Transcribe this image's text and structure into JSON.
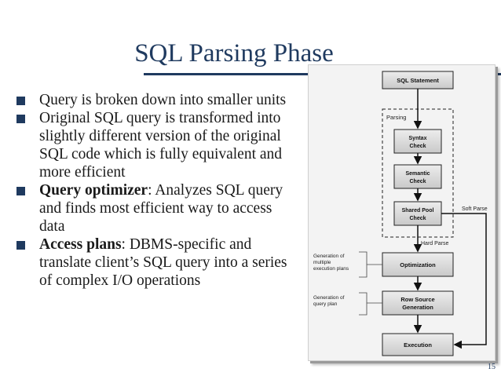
{
  "slide": {
    "title": "SQL Parsing Phase",
    "page_number": "15",
    "accent_color": "#1f3a5f"
  },
  "bullets": [
    {
      "bold": "",
      "text": "Query is broken down into smaller units"
    },
    {
      "bold": "",
      "text": "Original SQL query is transformed into slightly different version of the original SQL code which is fully equivalent and more efficient"
    },
    {
      "bold": "Query optimizer",
      "text": ": Analyzes SQL query and finds most efficient way to access data"
    },
    {
      "bold": "Access plans",
      "text": ": DBMS-specific and translate client’s SQL query into a series of complex I/O operations"
    }
  ],
  "diagram": {
    "boxes": {
      "sql_statement": "SQL Statement",
      "syntax_check_1": "Syntax",
      "syntax_check_2": "Check",
      "semantic_check_1": "Semantic",
      "semantic_check_2": "Check",
      "shared_pool_1": "Shared Pool",
      "shared_pool_2": "Check",
      "optimization": "Optimization",
      "row_source_1": "Row Source",
      "row_source_2": "Generation",
      "execution": "Execution"
    },
    "labels": {
      "parsing": "Parsing",
      "soft_parse": "Soft Parse",
      "hard_parse": "Hard Parse",
      "gen_exec_plans_1": "Generation of",
      "gen_exec_plans_2": "multiple",
      "gen_exec_plans_3": "execution plans",
      "gen_query_plan_1": "Generation of",
      "gen_query_plan_2": "query plan"
    }
  }
}
